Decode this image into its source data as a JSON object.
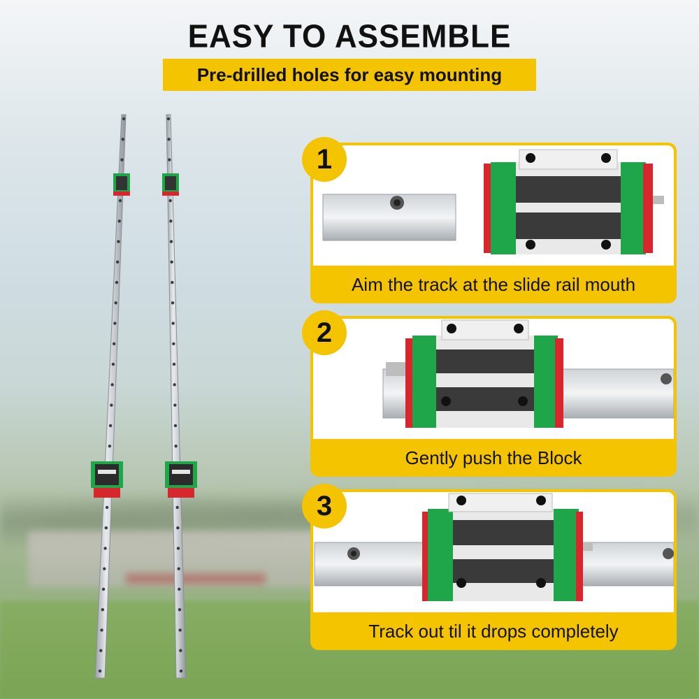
{
  "header": {
    "title": "EASY TO ASSEMBLE",
    "subtitle": "Pre-drilled holes for easy mounting"
  },
  "steps": [
    {
      "number": "1",
      "caption": "Aim the track at the slide rail mouth"
    },
    {
      "number": "2",
      "caption": "Gently push the Block"
    },
    {
      "number": "3",
      "caption": "Track out til it drops completely"
    }
  ],
  "colors": {
    "accent_yellow": "#f5c400",
    "block_green": "#1fa64a",
    "block_red": "#d8262e",
    "rail_silver": "#c8ccd0"
  }
}
